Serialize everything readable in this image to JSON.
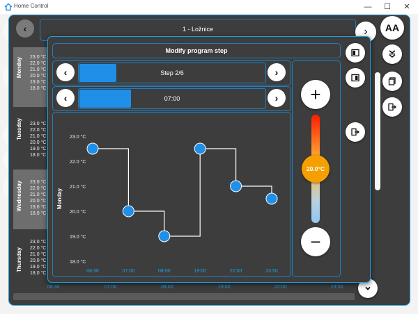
{
  "window": {
    "title": "Home Control",
    "minimize_glyph": "—",
    "maximize_glyph": "☐",
    "close_glyph": "✕"
  },
  "header": {
    "room_title": "1 - Ložnice",
    "font_button_label": "AA"
  },
  "background_days": [
    {
      "name": "Monday",
      "temps": [
        "23.0 °C",
        "22.0 °C",
        "21.0 °C",
        "20.0 °C",
        "19.0 °C",
        "18.0 °C"
      ]
    },
    {
      "name": "Tuesday",
      "temps": [
        "23.0 °C",
        "22.0 °C",
        "21.0 °C",
        "20.0 °C",
        "19.0 °C",
        "18.0 °C"
      ]
    },
    {
      "name": "Wednesday",
      "temps": [
        "23.0 °C",
        "22.0 °C",
        "21.0 °C",
        "20.0 °C",
        "19.0 °C",
        "18.0 °C"
      ]
    },
    {
      "name": "Thursday",
      "temps": [
        "23.0 °C",
        "22.0 °C",
        "21.0 °C",
        "20.0 °C",
        "19.0 °C",
        "18.0 °C"
      ]
    }
  ],
  "bottom_time_axis": [
    "06:30",
    "07:00",
    "08:00",
    "19:00",
    "22:00",
    "23:50"
  ],
  "dialog": {
    "title": "Modify program step",
    "step_label": "Step 2/6",
    "step_progress": 0.2,
    "time_label": "07:00",
    "time_progress": 0.28,
    "prev_glyph": "‹",
    "next_glyph": "›",
    "plus_glyph": "+",
    "minus_glyph": "−",
    "current_temp": "20.0°C",
    "temp_slider_level": 0.5
  },
  "chart_data": {
    "type": "line",
    "ylabel": "Monday",
    "x": [
      "06:30",
      "07:00",
      "08:00",
      "19:00",
      "22:00",
      "23:50"
    ],
    "values": [
      22.5,
      20.0,
      19.0,
      22.5,
      21.0,
      20.5
    ],
    "ylim": [
      18.0,
      23.0
    ],
    "yticks": [
      "23.0 °C",
      "22.0 °C",
      "21.0 °C",
      "20.0 °C",
      "19.0 °C",
      "18.0 °C"
    ],
    "step": true,
    "colors": {
      "point": "#1f8fe8",
      "line": "#ffffff"
    }
  },
  "colors": {
    "accent": "#1fa0e6",
    "panel": "#3d3d3d",
    "knob": "#f5a000"
  }
}
